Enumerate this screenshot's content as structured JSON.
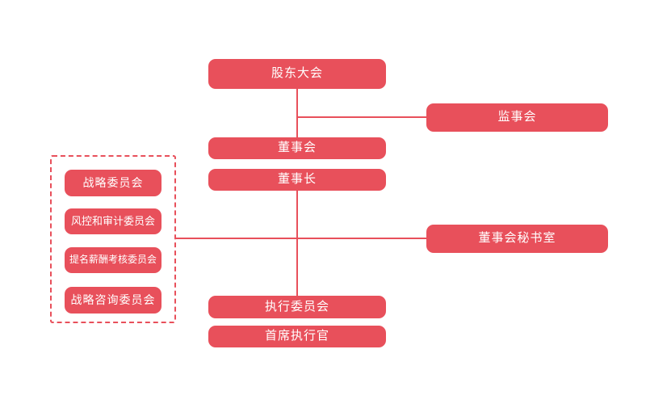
{
  "nodes": {
    "shareholders_meeting": {
      "label": "股东大会"
    },
    "supervisory_board": {
      "label": "监事会"
    },
    "board_of_directors": {
      "label": "董事会"
    },
    "chairman": {
      "label": "董事长"
    },
    "strategy_committee": {
      "label": "战略委员会"
    },
    "risk_audit_committee": {
      "label": "风控和审计委员会"
    },
    "nomination_remuneration_committee": {
      "label": "提名薪酬考核委员会"
    },
    "strategic_advisory_committee": {
      "label": "战略咨询委员会"
    },
    "board_secretary_office": {
      "label": "董事会秘书室"
    },
    "executive_committee": {
      "label": "执行委员会"
    },
    "ceo": {
      "label": "首席执行官"
    }
  },
  "edges": [
    {
      "from": "shareholders_meeting",
      "to": "board_of_directors"
    },
    {
      "from": "shareholders_meeting",
      "to": "supervisory_board"
    },
    {
      "from": "chairman",
      "to": "executive_committee"
    },
    {
      "from": "chairman",
      "to": "board_secretary_office"
    },
    {
      "from": "chairman",
      "to": "committee_group"
    }
  ],
  "colors": {
    "node_fill": "#e8505b",
    "node_text": "#ffffff",
    "connector": "#e8505b",
    "dashed_border": "#e8505b",
    "background": "#ffffff"
  }
}
